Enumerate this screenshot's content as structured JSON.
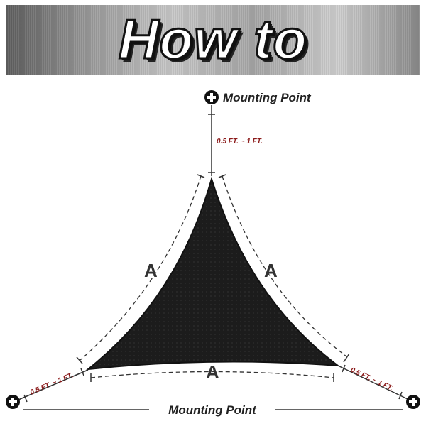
{
  "banner": {
    "title": "How to Measure"
  },
  "labels": {
    "mounting_point_top": "Mounting Point",
    "mounting_point_bottom": "Mounting Point",
    "distance_top": "0.5 FT. ~ 1 FT.",
    "distance_left": "0.5 FT. ~ 1 FT.",
    "distance_right": "0.5 FT. ~ 1 FT.",
    "side_left": "A",
    "side_right": "A",
    "side_bottom": "A"
  },
  "colors": {
    "sail": "#1c1c1c",
    "distance_text": "#8b1a1a",
    "line": "#333333"
  },
  "icons": [
    "mounting-point-icon",
    "mounting-point-icon",
    "mounting-point-icon"
  ]
}
